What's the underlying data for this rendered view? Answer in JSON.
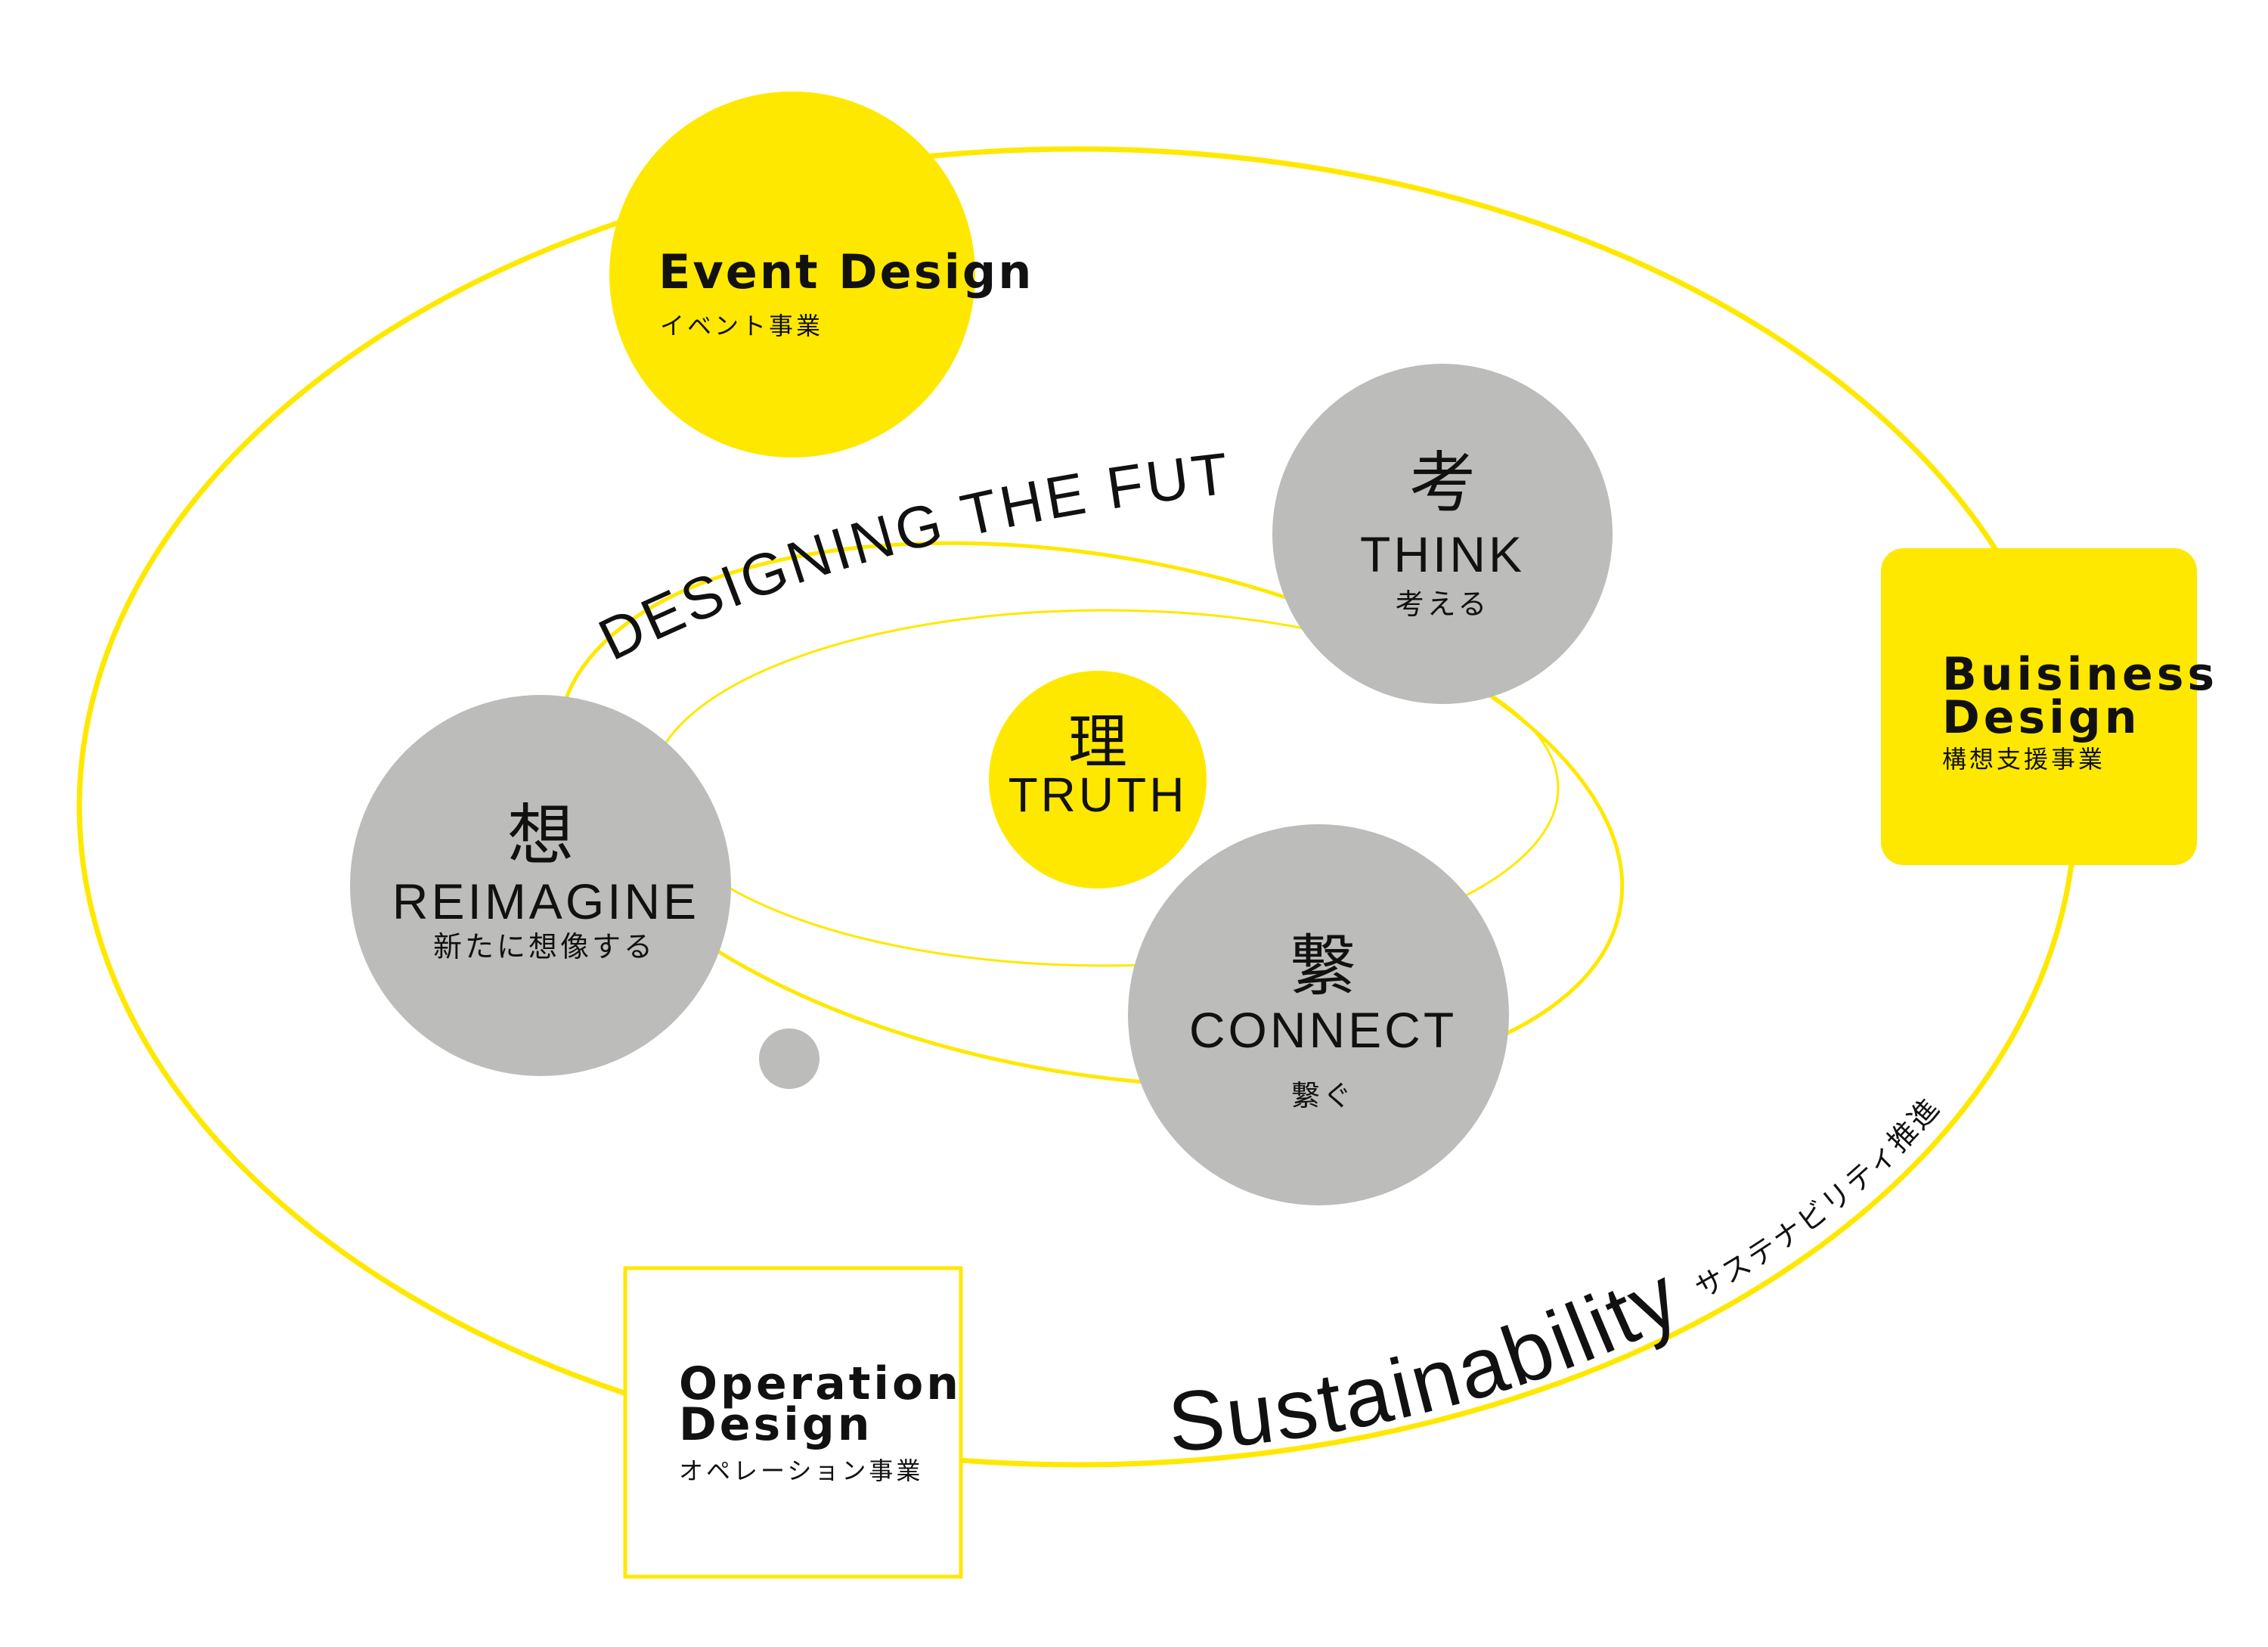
{
  "colors": {
    "accent": "#FFE800",
    "node_gray": "#BCBCBA",
    "text": "#111111"
  },
  "tagline": "DESIGNING THE FUTURE",
  "outer_ring": {
    "label": "Sustainability",
    "sublabel": "サステナビリティ推進"
  },
  "businesses": {
    "event": {
      "title": "Event Design",
      "subtitle": "イベント事業"
    },
    "business": {
      "title_line1": "Buisiness",
      "title_line2": "Design",
      "subtitle": "構想支援事業"
    },
    "operation": {
      "title_line1": "Operation",
      "title_line2": "Design",
      "subtitle": "オペレーション事業"
    }
  },
  "core": {
    "kanji": "理",
    "label": "TRUTH"
  },
  "nodes": {
    "think": {
      "kanji": "考",
      "label": "THINK",
      "subtitle": "考える"
    },
    "reimagine": {
      "kanji": "想",
      "label": "REIMAGINE",
      "subtitle": "新たに想像する"
    },
    "connect": {
      "kanji": "繋",
      "label": "CONNECT",
      "subtitle": "繋ぐ"
    }
  }
}
